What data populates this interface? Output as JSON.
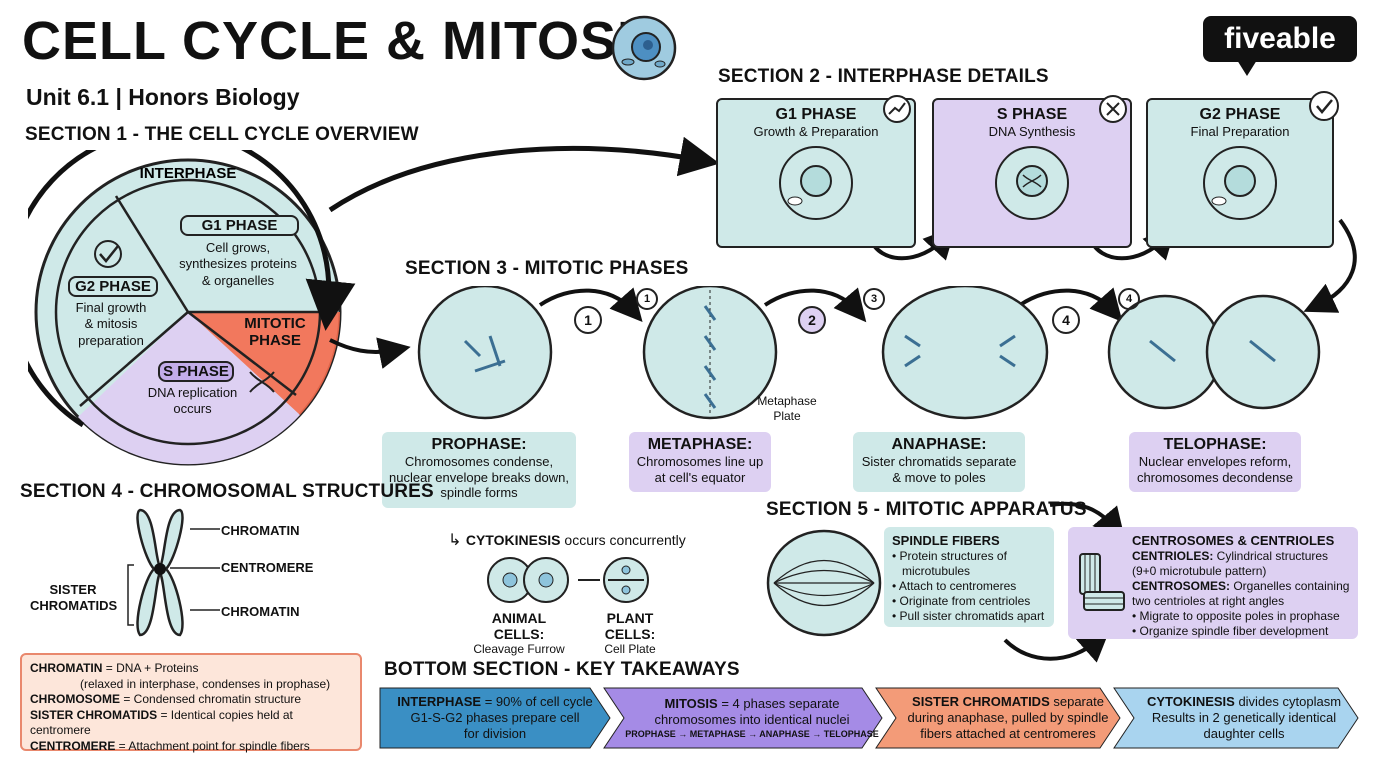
{
  "header": {
    "title": "CELL CYCLE & MITOSIS",
    "subtitle": "Unit 6.1 | Honors Biology",
    "logo": "fiveable"
  },
  "section1": {
    "title": "SECTION 1 - THE CELL CYCLE OVERVIEW",
    "ring_label": "INTERPHASE",
    "g1": {
      "label": "G1 PHASE",
      "desc": [
        "Cell grows,",
        "synthesizes proteins",
        "& organelles"
      ]
    },
    "g2": {
      "label": "G2 PHASE",
      "desc": [
        "Final growth",
        "& mitosis",
        "preparation"
      ]
    },
    "s": {
      "label": "S PHASE",
      "desc": [
        "DNA replication",
        "occurs"
      ]
    },
    "mitotic": [
      "MITOTIC",
      "PHASE"
    ]
  },
  "section2": {
    "title": "SECTION 2 - INTERPHASE DETAILS",
    "phases": [
      {
        "name": "G1 PHASE",
        "sub": "Growth & Preparation"
      },
      {
        "name": "S PHASE",
        "sub": "DNA Synthesis"
      },
      {
        "name": "G2 PHASE",
        "sub": "Final Preparation"
      }
    ]
  },
  "section3": {
    "title": "SECTION 3 - MITOTIC PHASES",
    "steps": [
      "1",
      "1",
      "2",
      "3",
      "4",
      "4"
    ],
    "plate_label": [
      "Metaphase",
      "Plate"
    ],
    "phases": [
      {
        "name": "PROPHASE:",
        "desc": [
          "Chromosomes condense,",
          "nuclear envelope breaks down,",
          "spindle forms"
        ]
      },
      {
        "name": "METAPHASE:",
        "desc": [
          "Chromosomes line up",
          "at cell's equator"
        ]
      },
      {
        "name": "ANAPHASE:",
        "desc": [
          "Sister chromatids separate",
          "& move to poles"
        ]
      },
      {
        "name": "TELOPHASE:",
        "desc": [
          "Nuclear envelopes reform,",
          "chromosomes decondense"
        ]
      }
    ],
    "cytokinesis": {
      "bold": "CYTOKINESIS",
      "rest": " occurs concurrently"
    },
    "animal": {
      "name": "ANIMAL CELLS:",
      "sub": "Cleavage Furrow"
    },
    "plant": {
      "name": "PLANT CELLS:",
      "sub": "Cell Plate"
    }
  },
  "section4": {
    "title": "SECTION 4 - CHROMOSOMAL STRUCTURES",
    "labels": {
      "chromatin_top": "CHROMATIN",
      "centromere": "CENTROMERE",
      "chromatin_bottom": "CHROMATIN",
      "sister": [
        "SISTER",
        "CHROMATIDS"
      ]
    },
    "defs": [
      {
        "term": "CHROMATIN",
        "def": " = DNA + Proteins",
        "extra": "(relaxed in interphase, condenses in prophase)"
      },
      {
        "term": "CHROMOSOME",
        "def": " = Condensed chromatin structure"
      },
      {
        "term": "SISTER CHROMATIDS",
        "def": " = Identical copies held at centromere"
      },
      {
        "term": "CENTROMERE",
        "def": " = Attachment point for spindle fibers"
      }
    ]
  },
  "section5": {
    "title": "SECTION 5 - MITOTIC APPARATUS",
    "spindle": {
      "title": "SPINDLE FIBERS",
      "bullets": [
        "Protein structures of",
        "microtubules",
        "Attach to centromeres",
        "Originate from centrioles",
        "Pull sister chromatids apart"
      ]
    },
    "centro": {
      "title": "CENTROSOMES & CENTRIOLES",
      "centrioles_term": "CENTRIOLES:",
      "centrioles_def": " Cylindrical structures",
      "centrioles_extra": "(9+0 microtubule pattern)",
      "centrosomes_term": "CENTROSOMES:",
      "centrosomes_def": " Organelles containing",
      "centrosomes_extra": "two centrioles at right angles",
      "bullets": [
        "Migrate to opposite poles in prophase",
        "Organize spindle fiber development"
      ]
    }
  },
  "bottom": {
    "title": "BOTTOM SECTION - KEY TAKEAWAYS",
    "items": [
      {
        "bold": "INTERPHASE",
        "line1": " = 90% of cell cycle",
        "line2": "G1-S-G2 phases prepare cell",
        "line3": "for division",
        "color": "#3a8fc4"
      },
      {
        "bold": "MITOSIS",
        "line1": " = 4 phases separate",
        "line2": "chromosomes into identical nuclei",
        "line3": "PROPHASE → METAPHASE → ANAPHASE → TELOPHASE",
        "color": "#a58be6"
      },
      {
        "bold": "SISTER CHROMATIDS",
        "line1": " separate",
        "line2": "during anaphase, pulled by spindle",
        "line3": "fibers attached at centromeres",
        "color": "#f39b78"
      },
      {
        "bold": "CYTOKINESIS",
        "line1": " divides cytoplasm",
        "line2": "Results in 2 genetically identical",
        "line3": "daughter cells",
        "color": "#a9d4ef"
      }
    ]
  },
  "colors": {
    "teal": "#cfe9e8",
    "lavender": "#ddd0f2",
    "coral": "#f56b4e",
    "peach": "#fde6da"
  }
}
